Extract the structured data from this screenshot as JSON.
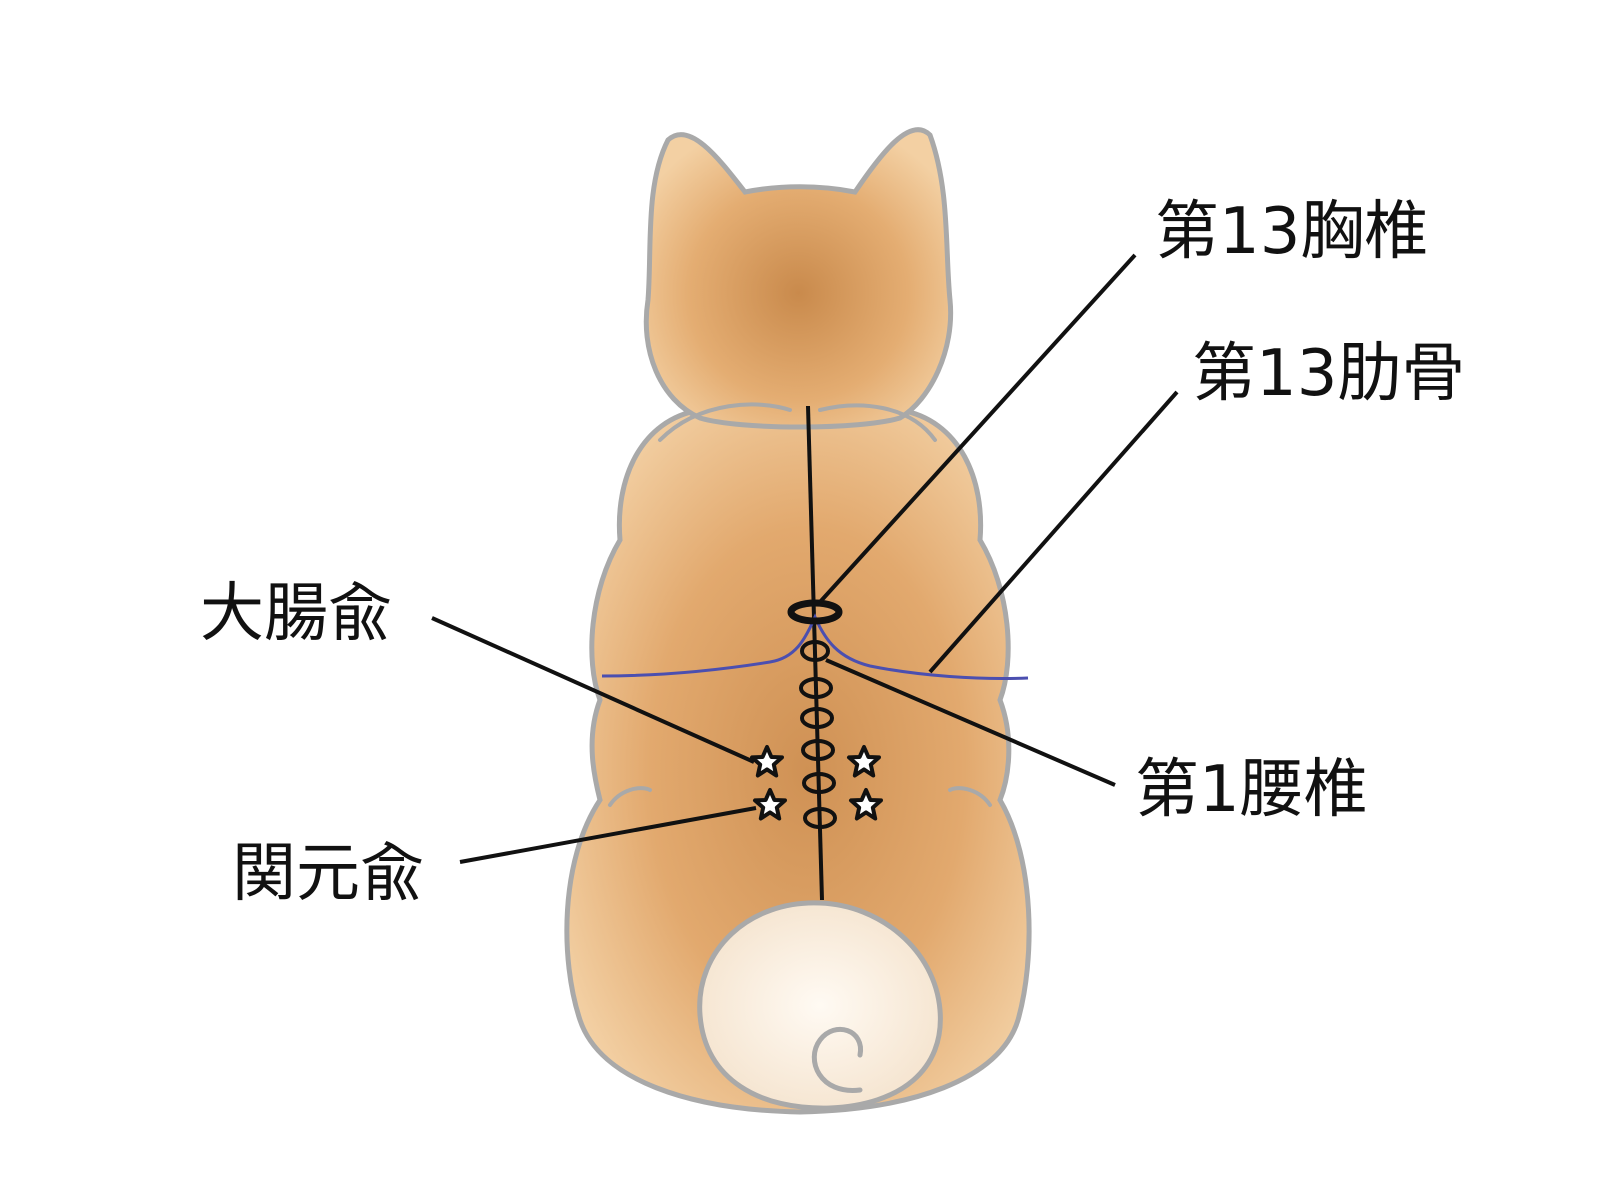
{
  "labels": {
    "thoracic_13": "第13胸椎",
    "rib_13": "第13肋骨",
    "dachangyu": "大腸兪",
    "lumbar_1": "第1腰椎",
    "guanyuanyu": "関元兪"
  },
  "colors": {
    "fur": "#e9b47e",
    "fur_dark": "#c98a4c",
    "outline": "#a9a9a9",
    "tail": "#fbf1e6",
    "rib_line": "#4b4fb0",
    "marker": "#111111"
  }
}
